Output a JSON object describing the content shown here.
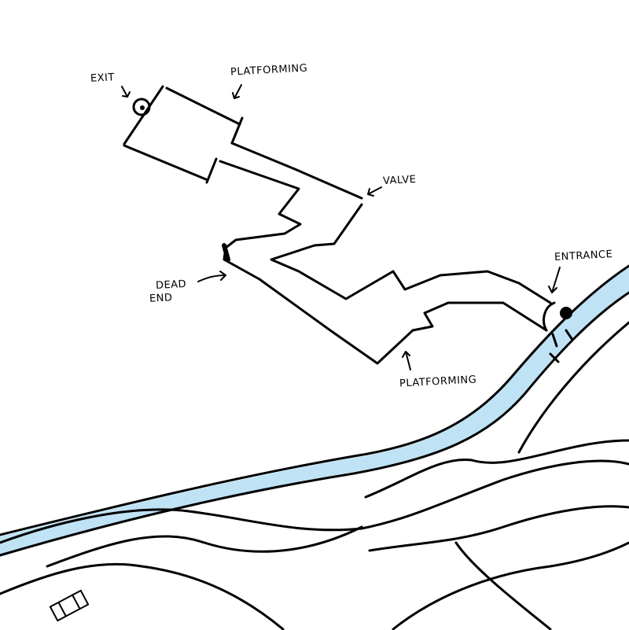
{
  "labels": {
    "exit": "EXIT",
    "platforming_top": "PLATFORMING",
    "valve": "VALVE",
    "dead_end_line1": "DEAD",
    "dead_end_line2": "END",
    "entrance": "ENTRANCE",
    "platforming_bottom": "PLATFORMING"
  },
  "colors": {
    "ink": "#000000",
    "river": "#bfe3f5",
    "background": "#ffffff"
  }
}
